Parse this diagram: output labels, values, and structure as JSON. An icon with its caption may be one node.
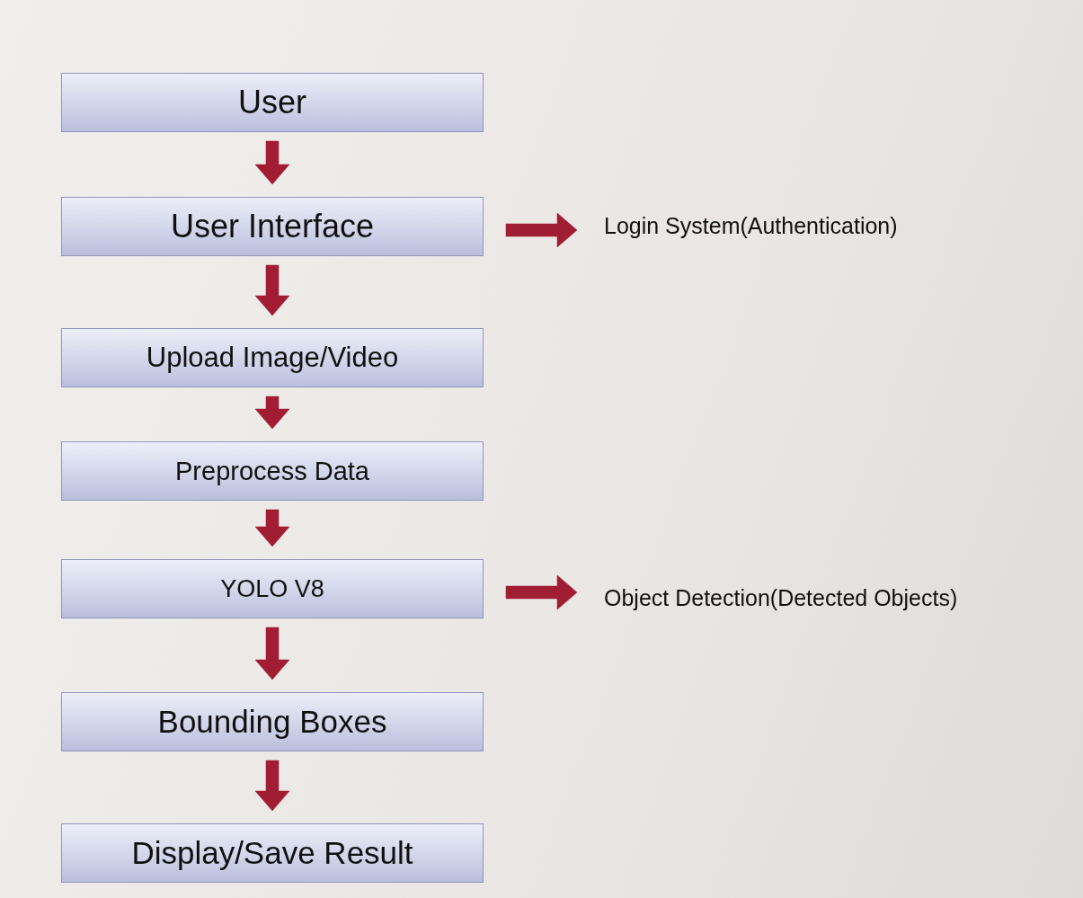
{
  "diagram": {
    "nodes": [
      {
        "text": [
          "User"
        ]
      },
      {
        "text": [
          "User Interface"
        ]
      },
      {
        "text": [
          "Login System(Authentication)"
        ]
      },
      {
        "text": [
          "Upload Image/Video"
        ]
      },
      {
        "text": [
          "Preprocess Data"
        ]
      },
      {
        "text": [
          "YOLO V8"
        ]
      },
      {
        "text": [
          "Object Detection(Detected Objects)"
        ]
      },
      {
        "text": [
          "Bounding Boxes"
        ]
      },
      {
        "text": [
          "Display/Save Result"
        ]
      }
    ],
    "edges": [
      {
        "from": 0,
        "to": 1,
        "arrow": "to"
      },
      {
        "from": 1,
        "to": 2,
        "arrow": "to"
      },
      {
        "from": 1,
        "to": 3,
        "arrow": "to"
      },
      {
        "from": 3,
        "to": 4,
        "arrow": "to"
      },
      {
        "from": 4,
        "to": 5,
        "arrow": "to"
      },
      {
        "from": 5,
        "to": 6,
        "arrow": "to"
      },
      {
        "from": 5,
        "to": 7,
        "arrow": "to"
      },
      {
        "from": 7,
        "to": 8,
        "arrow": "to"
      }
    ]
  }
}
